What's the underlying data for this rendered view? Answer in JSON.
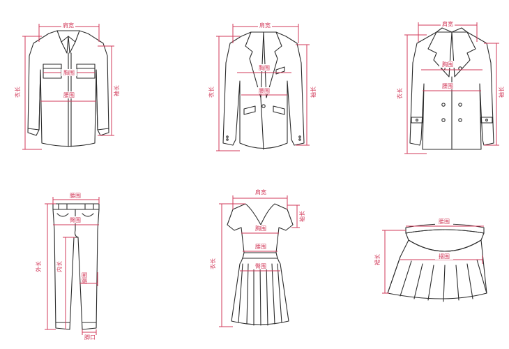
{
  "colors": {
    "garment_stroke": "#2b2b2b",
    "measure_line": "#d23a5a",
    "background": "#ffffff"
  },
  "labels": {
    "shoulder_width": "肩宽",
    "chest": "胸围",
    "waist": "腰围",
    "length": "衣长",
    "sleeve": "袖长",
    "hip": "臀围",
    "outseam": "外长",
    "inseam": "内长",
    "thigh": "腿围",
    "leg_opening": "脚口",
    "skirt_waist": "腰围",
    "skirt_hem": "摆围",
    "skirt_length": "裙长",
    "dress_length": "衣长",
    "dress_sleeve": "袖长"
  }
}
